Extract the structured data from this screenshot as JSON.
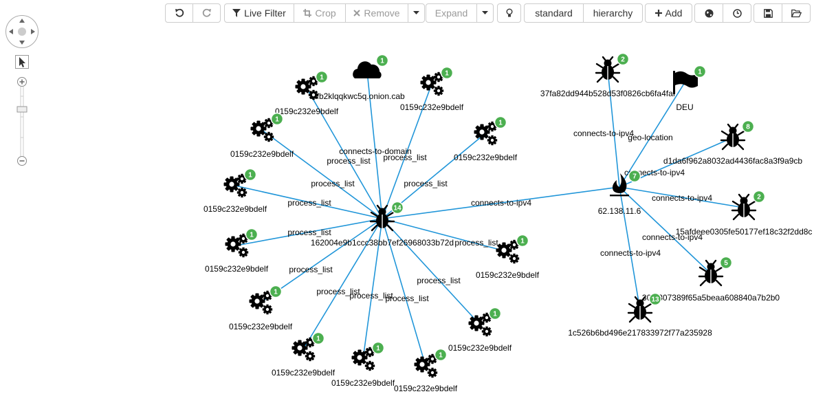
{
  "toolbar": {
    "live_filter": "Live Filter",
    "crop": "Crop",
    "remove": "Remove",
    "expand": "Expand",
    "standard": "standard",
    "hierarchy": "hierarchy",
    "add": "Add"
  },
  "graph": {
    "nodes": [
      {
        "id": "mal",
        "type": "bug",
        "label": "162004e9b1ccc38bb7ef26968033b72d",
        "badge": "14"
      },
      {
        "id": "ip",
        "type": "fire",
        "label": "62.138.11.6",
        "badge": "7"
      },
      {
        "id": "dom",
        "type": "cloud",
        "label": "uifb2klqqkwc5q.onion.cab",
        "badge": "1"
      },
      {
        "id": "p1",
        "type": "gears",
        "label": "0159c232e9bdelf",
        "badge": "1"
      },
      {
        "id": "p2",
        "type": "gears",
        "label": "0159c232e9bdelf",
        "badge": "1"
      },
      {
        "id": "p3",
        "type": "gears",
        "label": "0159c232e9bdelf",
        "badge": "1"
      },
      {
        "id": "p4",
        "type": "gears",
        "label": "0159c232e9bdelf",
        "badge": "1"
      },
      {
        "id": "p5",
        "type": "gears",
        "label": "0159c232e9bdelf",
        "badge": "1"
      },
      {
        "id": "p6",
        "type": "gears",
        "label": "0159c232e9bdelf",
        "badge": "1"
      },
      {
        "id": "p7",
        "type": "gears",
        "label": "0159c232e9bdelf",
        "badge": "1"
      },
      {
        "id": "p8",
        "type": "gears",
        "label": "0159c232e9bdelf",
        "badge": "1"
      },
      {
        "id": "p9",
        "type": "gears",
        "label": "0159c232e9bdelf",
        "badge": "1"
      },
      {
        "id": "p10",
        "type": "gears",
        "label": "0159c232e9bdelf",
        "badge": "1"
      },
      {
        "id": "p11",
        "type": "gears",
        "label": "0159c232e9bdelf",
        "badge": "1"
      },
      {
        "id": "p12",
        "type": "gears",
        "label": "0159c232e9bdelf",
        "badge": "1"
      },
      {
        "id": "p13",
        "type": "gears",
        "label": "0159c232e9bdelf",
        "badge": "1"
      },
      {
        "id": "b1",
        "type": "bug",
        "label": "37fa82dd944b528d53f0826cb6fa4faf",
        "badge": "2"
      },
      {
        "id": "geo",
        "type": "flag",
        "label": "DEU",
        "badge": "1"
      },
      {
        "id": "b2",
        "type": "bug",
        "label": "d1da6f962a8032ad4436fac8a3f9a9cb",
        "badge": "8"
      },
      {
        "id": "b3",
        "type": "bug",
        "label": "15afdeee0305fe50177ef18c32f2dd8c",
        "badge": "2"
      },
      {
        "id": "b4",
        "type": "bug",
        "label": "30f9307389f65a5beaa608840a7b2b0",
        "badge": "5"
      },
      {
        "id": "b5",
        "type": "bug",
        "label": "1c526b6bd496e217833972f77a235928",
        "badge": "13"
      }
    ],
    "edges": [
      {
        "from": "mal",
        "to": "dom",
        "label": "connects-to-domain"
      },
      {
        "from": "mal",
        "to": "p1",
        "label": "process_list"
      },
      {
        "from": "mal",
        "to": "p2",
        "label": "process_list"
      },
      {
        "from": "mal",
        "to": "p3",
        "label": "process_list"
      },
      {
        "from": "mal",
        "to": "p4",
        "label": "process_list"
      },
      {
        "from": "mal",
        "to": "p5",
        "label": "process_list"
      },
      {
        "from": "mal",
        "to": "p6",
        "label": "process_list"
      },
      {
        "from": "mal",
        "to": "p7",
        "label": "process_list"
      },
      {
        "from": "mal",
        "to": "p8",
        "label": "process_list"
      },
      {
        "from": "mal",
        "to": "p9",
        "label": "process_list"
      },
      {
        "from": "mal",
        "to": "p10",
        "label": "process_list"
      },
      {
        "from": "mal",
        "to": "p11",
        "label": "process_list"
      },
      {
        "from": "mal",
        "to": "p12",
        "label": "process_list"
      },
      {
        "from": "mal",
        "to": "p13",
        "label": "process_list"
      },
      {
        "from": "mal",
        "to": "ip",
        "label": "connects-to-ipv4"
      },
      {
        "from": "b1",
        "to": "ip",
        "label": "connects-to-ipv4"
      },
      {
        "from": "geo",
        "to": "ip",
        "label": "geo-location"
      },
      {
        "from": "b2",
        "to": "ip",
        "label": "connects-to-ipv4"
      },
      {
        "from": "b3",
        "to": "ip",
        "label": "connects-to-ipv4"
      },
      {
        "from": "b4",
        "to": "ip",
        "label": "connects-to-ipv4"
      },
      {
        "from": "b5",
        "to": "ip",
        "label": "connects-to-ipv4"
      }
    ]
  }
}
